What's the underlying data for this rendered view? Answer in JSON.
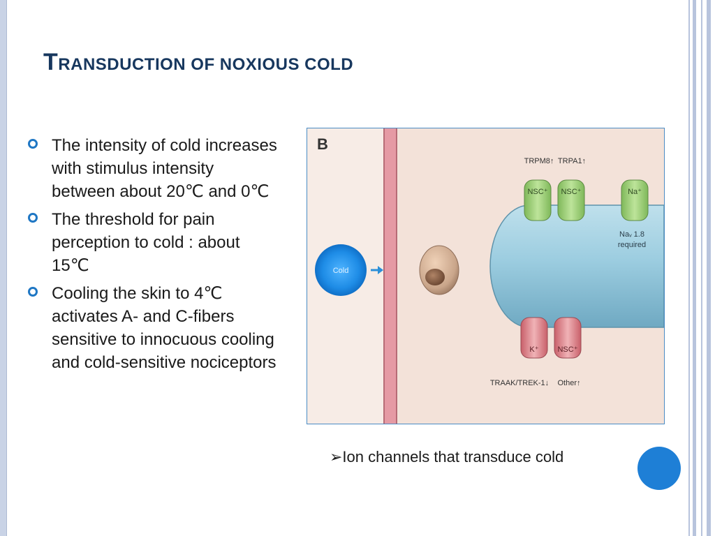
{
  "slide": {
    "title_first": "T",
    "title_rest": "RANSDUCTION OF NOXIOUS COLD",
    "bullets": [
      {
        "lines": [
          "The intensity of cold increases",
          "with stimulus intensity",
          "between about 20℃ and 0℃"
        ]
      },
      {
        "lines": [
          "The threshold for pain",
          "perception to cold : about",
          "15℃"
        ]
      },
      {
        "lines": [
          "Cooling the skin to 4℃",
          "activates A- and C-fibers",
          "sensitive to innocuous cooling",
          "and cold-sensitive nociceptors"
        ]
      }
    ],
    "caption": "➢Ion channels that transduce cold"
  },
  "figure": {
    "panel_label": "B",
    "stimulus_label": "Cold",
    "top_channel_labels": [
      "TRPM8↑",
      "TRPA1↑"
    ],
    "channel_nsc": "NSC⁺",
    "channel_na": "Na⁺",
    "channel_k": "K⁺",
    "nav_note_1": "Naᵥ 1.8",
    "nav_note_2": "required",
    "bottom_label_left": "TRAAK/TREK-1↓",
    "bottom_label_right": "Other↑"
  },
  "colors": {
    "title": "#17375e",
    "bullet_marker": "#1f77c4",
    "figure_border": "#4a8bc4",
    "decor_circle": "#1e7fd6",
    "figure_background": "#f3e2d9",
    "cold_stimulus": "#1e8ce6",
    "axon": "#9ccde0",
    "channel_green": "#a6d47e",
    "channel_red": "#e79aa0"
  },
  "icons": {
    "bullet": "hollow-circle-bullet-icon",
    "caption_arrow": "arrow-bullet-icon"
  }
}
